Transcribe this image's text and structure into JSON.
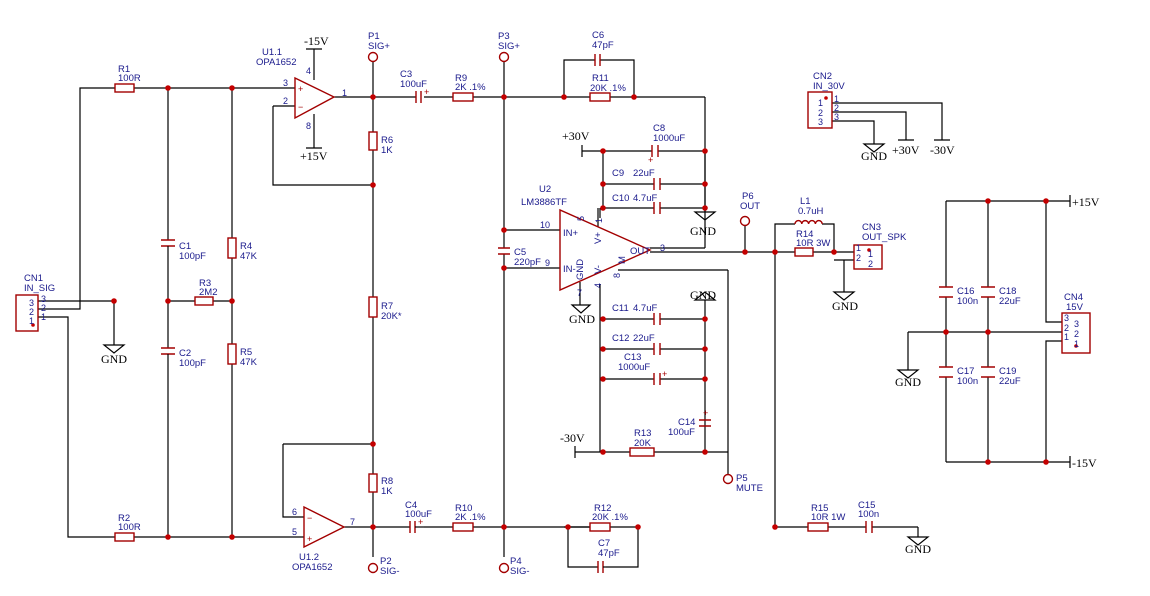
{
  "labels": {
    "cn1": "CN1",
    "cn1_name": "IN_SIG",
    "cn1_p3": "3",
    "cn1_p2": "2",
    "cn1_p1": "1",
    "r1": "R1",
    "r1_val": "100R",
    "r2": "R2",
    "r2_val": "100R",
    "r3": "R3",
    "r3_val": "2M2",
    "r4": "R4",
    "r4_val": "47K",
    "r5": "R5",
    "r5_val": "47K",
    "c1": "C1",
    "c1_val": "100pF",
    "c2": "C2",
    "c2_val": "100pF",
    "u11": "U1.1",
    "u11_name": "OPA1652",
    "u12": "U1.2",
    "u12_name": "OPA1652",
    "m15v_top": "-15V",
    "p15v_top": "+15V",
    "p1": "P1",
    "p1_name": "SIG+",
    "p2": "P2",
    "p2_name": "SIG-",
    "p3": "P3",
    "p3_name": "SIG+",
    "p4": "P4",
    "p4_name": "SIG-",
    "r6": "R6",
    "r6_val": "1K",
    "r7": "R7",
    "r7_val": "20K*",
    "r8": "R8",
    "r8_val": "1K",
    "c3": "C3",
    "c3_val": "100uF",
    "c4": "C4",
    "c4_val": "100uF",
    "r9": "R9",
    "r9_val": "2K .1%",
    "r10": "R10",
    "r10_val": "2K .1%",
    "c6": "C6",
    "c6_val": "47pF",
    "c7": "C7",
    "c7_val": "47pF",
    "r11": "R11",
    "r11_val": "20K .1%",
    "r12": "R12",
    "r12_val": "20K .1%",
    "p30v": "+30V",
    "m30v": "-30V",
    "c8": "C8",
    "c8_val": "1000uF",
    "c9": "C9",
    "c9_val": "22uF",
    "c10": "C10",
    "c10_val": "4.7uF",
    "c11": "C11",
    "c11_val": "4.7uF",
    "c12": "C12",
    "c12_val": "22uF",
    "c13": "C13",
    "c13_val": "1000uF",
    "c14": "C14",
    "c14_val": "100uF",
    "r13": "R13",
    "r13_val": "20K",
    "u2": "U2",
    "u2_name": "LM3886TF",
    "u2_inp": "IN+",
    "u2_inn": "IN-",
    "u2_out": "OUT",
    "u2_vp": "V+",
    "u2_vm": "V-",
    "u2_gnd": "GND",
    "u2_m": "M",
    "c5": "C5",
    "c5_val": "220pF",
    "p5": "P5",
    "p5_name": "MUTE",
    "p6": "P6",
    "p6_name": "OUT",
    "l1": "L1",
    "l1_val": "0.7uH",
    "r14": "R14",
    "r14_val": "10R 3W",
    "r15": "R15",
    "r15_val": "10R 1W",
    "c15": "C15",
    "c15_val": "100n",
    "cn2": "CN2",
    "cn2_name": "IN_30V",
    "cn3": "CN3",
    "cn3_name": "OUT_SPK",
    "cn4": "CN4",
    "cn4_name": "15V",
    "c16": "C16",
    "c16_val": "100n",
    "c17": "C17",
    "c17_val": "100n",
    "c18": "C18",
    "c18_val": "22uF",
    "c19": "C19",
    "c19_val": "22uF",
    "gnd": "GND",
    "p15v": "+15V",
    "m15v": "-15V"
  }
}
